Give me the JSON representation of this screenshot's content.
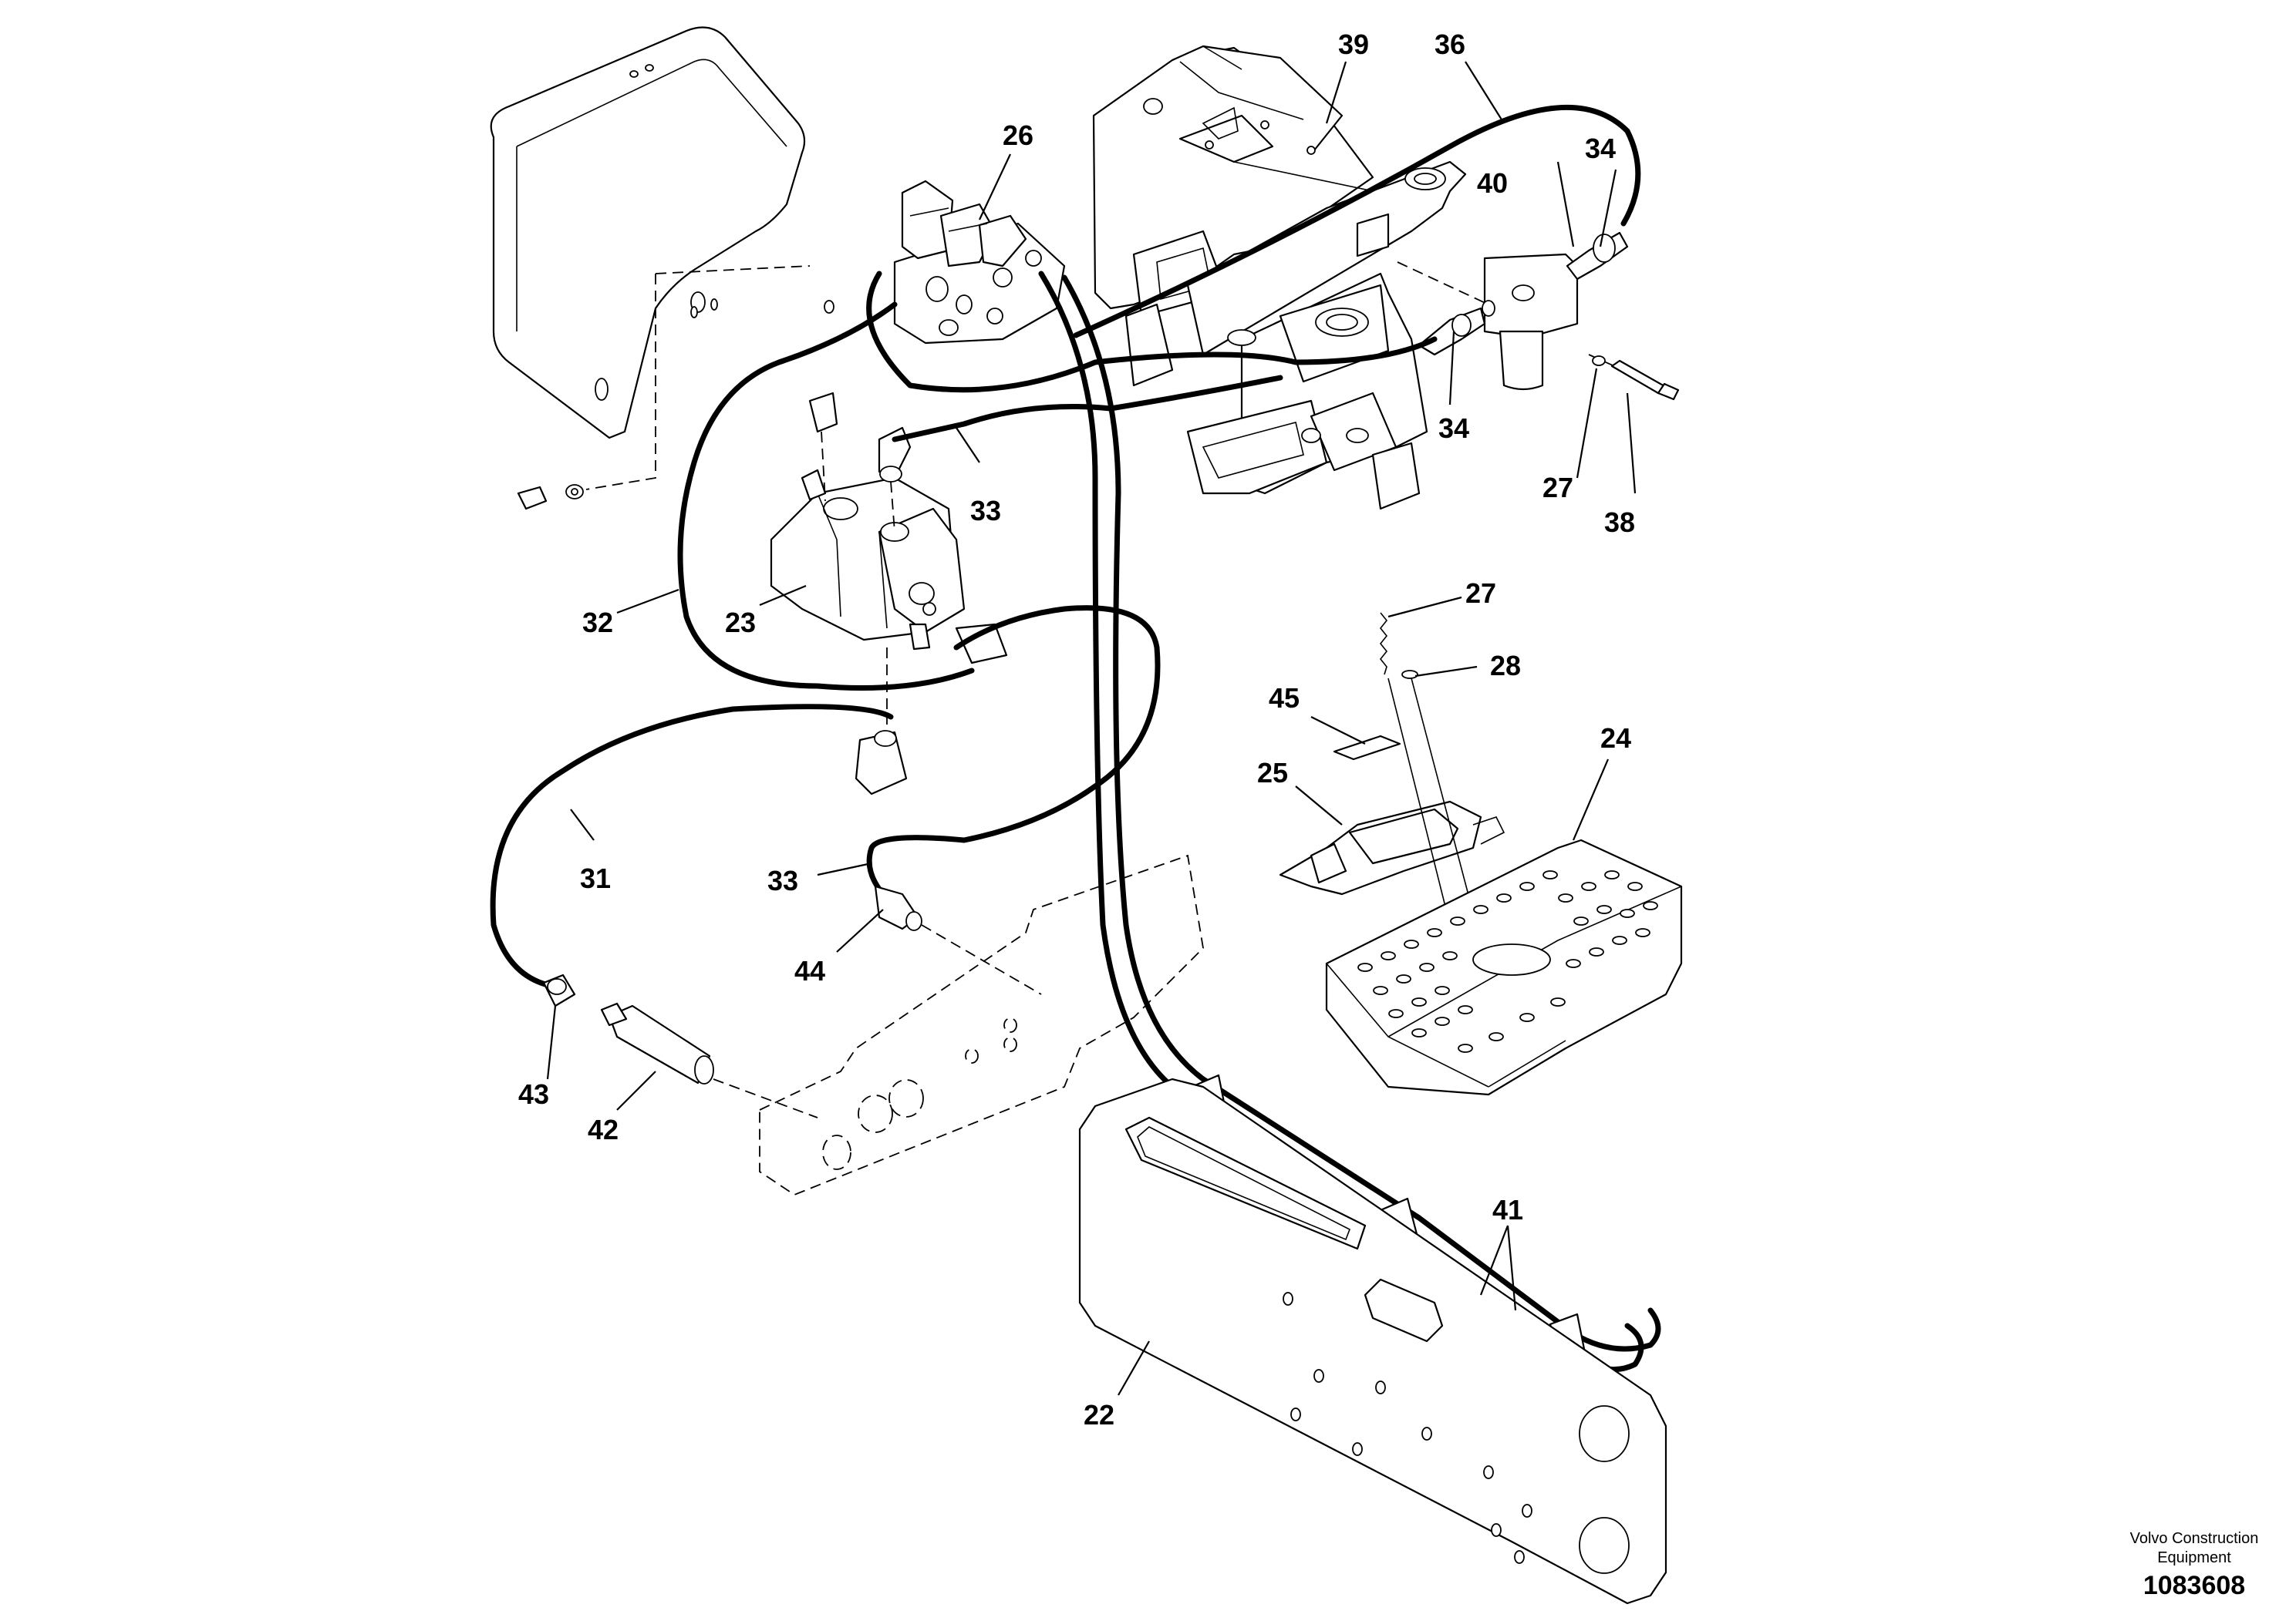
{
  "diagram": {
    "labels": {
      "p22": "22",
      "p23": "23",
      "p24": "24",
      "p25": "25",
      "p26": "26",
      "p27a": "27",
      "p27b": "27",
      "p28": "28",
      "p31": "31",
      "p32": "32",
      "p33a": "33",
      "p33b": "33",
      "p34a": "34",
      "p34b": "34",
      "p36": "36",
      "p38": "38",
      "p39": "39",
      "p40": "40",
      "p41": "41",
      "p42": "42",
      "p43": "43",
      "p44": "44",
      "p45": "45"
    },
    "credit_line1": "Volvo Construction",
    "credit_line2": "Equipment",
    "reference_number": "1083608"
  }
}
